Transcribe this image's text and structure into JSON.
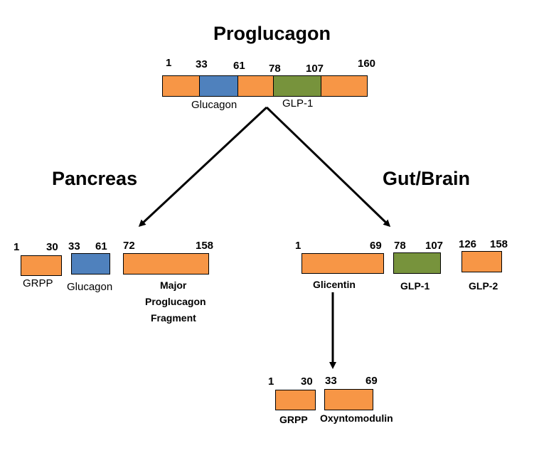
{
  "colors": {
    "orange": "#f79646",
    "blue": "#4f81bd",
    "green": "#77933c",
    "line": "#000000"
  },
  "proglucagon": {
    "title": "Proglucagon",
    "positions": [
      "1",
      "33",
      "61",
      "78",
      "107",
      "160"
    ],
    "labels": {
      "glucagon": "Glucagon",
      "glp1": "GLP-1"
    }
  },
  "pancreas": {
    "title": "Pancreas",
    "grpp": {
      "start": "1",
      "end": "30",
      "label": "GRPP"
    },
    "glucagon": {
      "start": "33",
      "end": "61",
      "label": "Glucagon"
    },
    "mpgf": {
      "start": "72",
      "end": "158",
      "label_lines": [
        "Major",
        "Proglucagon",
        "Fragment"
      ]
    }
  },
  "gut_brain": {
    "title": "Gut/Brain",
    "glicentin": {
      "start": "1",
      "end": "69",
      "label": "Glicentin"
    },
    "glp1": {
      "start": "78",
      "end": "107",
      "label": "GLP-1"
    },
    "glp2": {
      "start": "126",
      "end": "158",
      "label": "GLP-2"
    }
  },
  "glicentin_products": {
    "grpp": {
      "start": "1",
      "end": "30",
      "label": "GRPP"
    },
    "oxyntomodulin": {
      "start": "33",
      "end": "69",
      "label": "Oxyntomodulin"
    }
  }
}
